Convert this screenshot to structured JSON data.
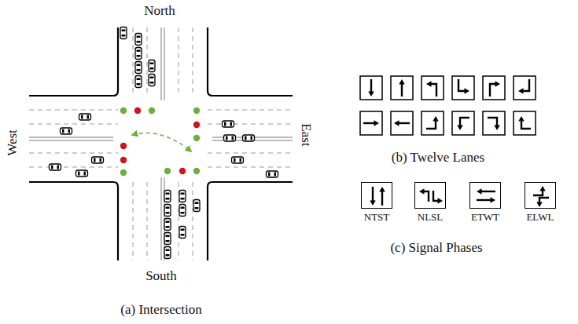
{
  "diagram": {
    "nodes": [
      {
        "text": [
          "NTST"
        ]
      },
      {
        "text": [
          "NLSL"
        ]
      },
      {
        "text": [
          "ETWT"
        ]
      },
      {
        "text": [
          "ELWL"
        ]
      }
    ],
    "labels": [
      "North",
      "South",
      "West",
      "East",
      "(a) Intersection",
      "(b) Twelve Lanes",
      "(c) Signal Phases"
    ]
  }
}
